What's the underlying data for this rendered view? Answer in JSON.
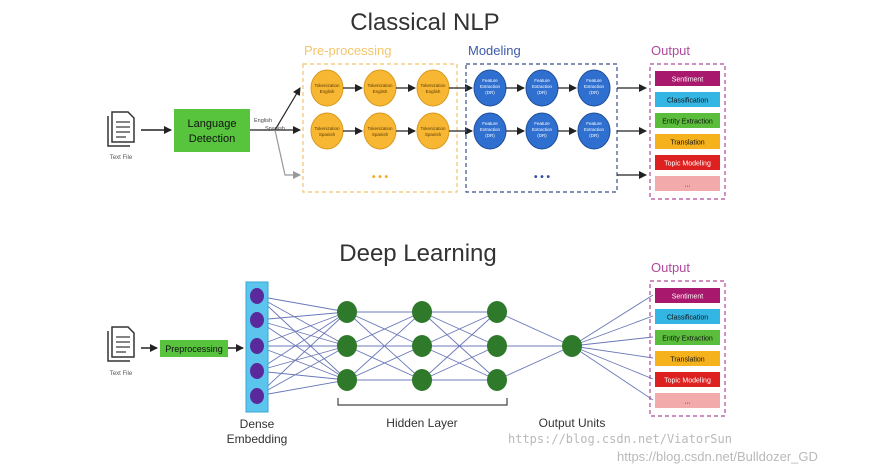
{
  "classical": {
    "title": "Classical NLP",
    "input_label": "Text File",
    "detector_label_1": "Language",
    "detector_label_2": "Detection",
    "lang_1": "English",
    "lang_2": "Spanish",
    "preprocessing_title": "Pre-processing",
    "modeling_title": "Modeling",
    "output_title": "Output",
    "tokenization_label": "Tokenization",
    "feature_label_1": "Feature",
    "feature_label_2": "Extraction",
    "feature_label_3": "(DR)",
    "ellipsis": "• • •"
  },
  "deep": {
    "title": "Deep Learning",
    "input_label": "Text File",
    "preprocessing_label": "Preprocessing",
    "embedding_label_1": "Dense",
    "embedding_label_2": "Embedding",
    "hidden_label": "Hidden Layer",
    "output_units_label": "Output Units",
    "output_title": "Output"
  },
  "outputs": [
    {
      "label": "Sentiment",
      "color": "#a8186c"
    },
    {
      "label": "Classification",
      "color": "#33b6e3"
    },
    {
      "label": "Entity Extraction",
      "color": "#5bbd3c"
    },
    {
      "label": "Translation",
      "color": "#f6b21c"
    },
    {
      "label": "Topic Modeling",
      "color": "#dd2020"
    },
    {
      "label": "...",
      "color": "#f2aaaa"
    }
  ],
  "colors": {
    "green_box": "#58c43e",
    "token_fill": "#f7b733",
    "feature_fill": "#2f6fd0",
    "dense_fill": "#5a2a9c",
    "dense_box": "#5cc5ee",
    "neuron_fill": "#2e7a2a",
    "preproc_border": "#f3c56a",
    "modeling_border": "#3d4f8c",
    "output_border": "#b04a9c"
  },
  "watermark_1": "https://blog.csdn.net/ViatorSun",
  "watermark_2": "https://blog.csdn.net/Bulldozer_GD"
}
